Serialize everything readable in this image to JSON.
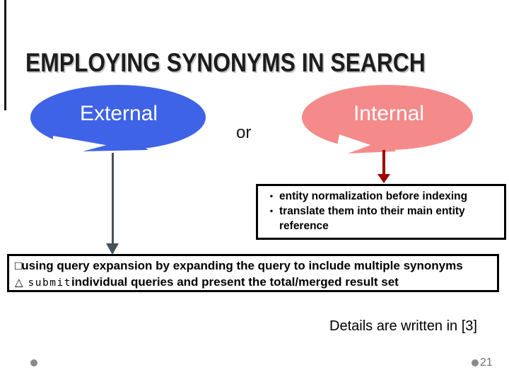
{
  "title": "EMPLOYING SYNONYMS IN SEARCH",
  "conjunction": "or",
  "external_callout": {
    "label": "External"
  },
  "internal_callout": {
    "label": "Internal"
  },
  "internal_notes": {
    "bullet_char": "•",
    "items": [
      "entity normalization before indexing",
      "translate them into their main entity reference"
    ]
  },
  "external_notes": {
    "line1": {
      "marker": "□",
      "text": "using query expansion by expanding the query to include multiple synonyms"
    },
    "line2": {
      "marker": "△",
      "keyword": "submit",
      "text": "individual queries and present the total/merged result set"
    }
  },
  "footer": {
    "details_note": "Details are written in [3]",
    "page_number": "21"
  },
  "colors": {
    "external_fill": "#3F63E6",
    "internal_fill": "#F58A8A",
    "external_arrow": "#485059",
    "internal_arrow": "#A00000",
    "dot_gray": "#8A8A8A",
    "page_number_gray": "#707070"
  }
}
